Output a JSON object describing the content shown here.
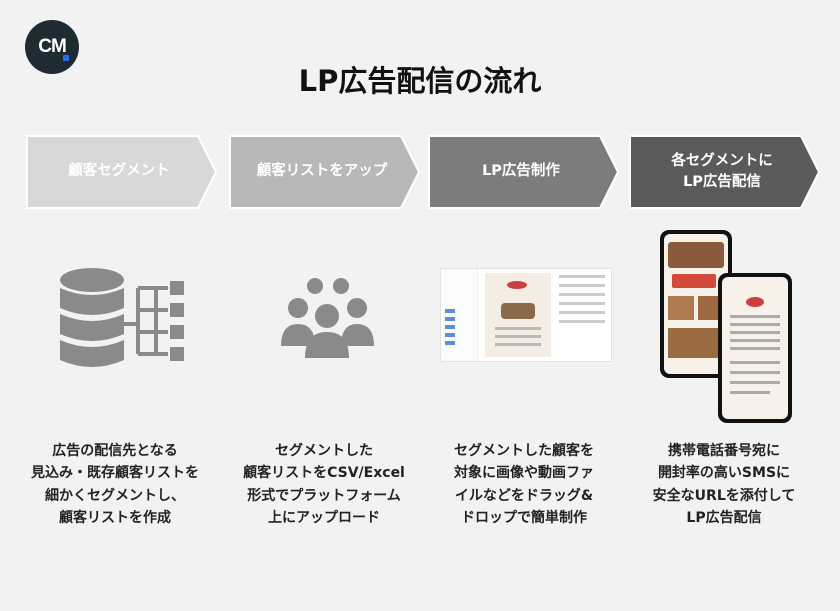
{
  "logo": {
    "text": "CM"
  },
  "title": "LP広告配信の流れ",
  "colors": {
    "step1": "#d8d8d8",
    "step2": "#b8b8b8",
    "step3": "#7c7c7c",
    "step4": "#5a5a5a",
    "icon_gray": "#8a8a8a",
    "logo_bg": "#1f2b33",
    "logo_accent": "#2a6df0"
  },
  "steps": [
    {
      "label": "顧客セグメント",
      "description": "広告の配信先となる\n見込み・既存顧客リストを\n細かくセグメントし、\n顧客リストを作成",
      "icon": "database-segment-icon"
    },
    {
      "label": "顧客リストをアップ",
      "description": "セグメントした\n顧客リストをCSV/Excel\n形式でプラットフォーム\n上にアップロード",
      "icon": "people-group-icon"
    },
    {
      "label": "LP広告制作",
      "description": "セグメントした顧客を\n対象に画像や動画ファ\nイルなどをドラッグ&\nドロップで簡単制作",
      "icon": "lp-editor-screenshot"
    },
    {
      "label": "各セグメントに\nLP広告配信",
      "description": "携帯電話番号宛に\n開封率の高いSMSに\n安全なURLを添付して\nLP広告配信",
      "icon": "smartphones-image"
    }
  ]
}
